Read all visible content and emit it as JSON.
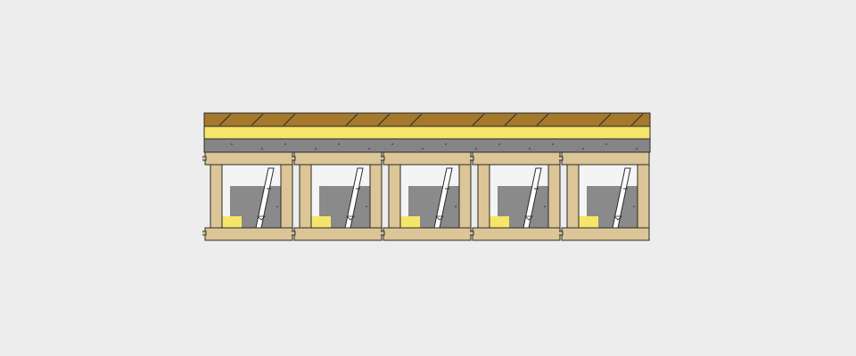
{
  "diagram": {
    "colors": {
      "background": "#ededed",
      "floorboard": "#a5782c",
      "insulation": "#f5e66a",
      "screed": "#858585",
      "timber": "#dcc596",
      "cavity": "#f4f4f4",
      "fill_block": "#8a8a8a",
      "outline": "#2a2a2a"
    },
    "layers": [
      {
        "name": "floorboard-layer",
        "material": "wood"
      },
      {
        "name": "insulation-layer",
        "material": "insulation"
      },
      {
        "name": "screed-layer",
        "material": "concrete"
      }
    ],
    "cassette_count": 5
  }
}
